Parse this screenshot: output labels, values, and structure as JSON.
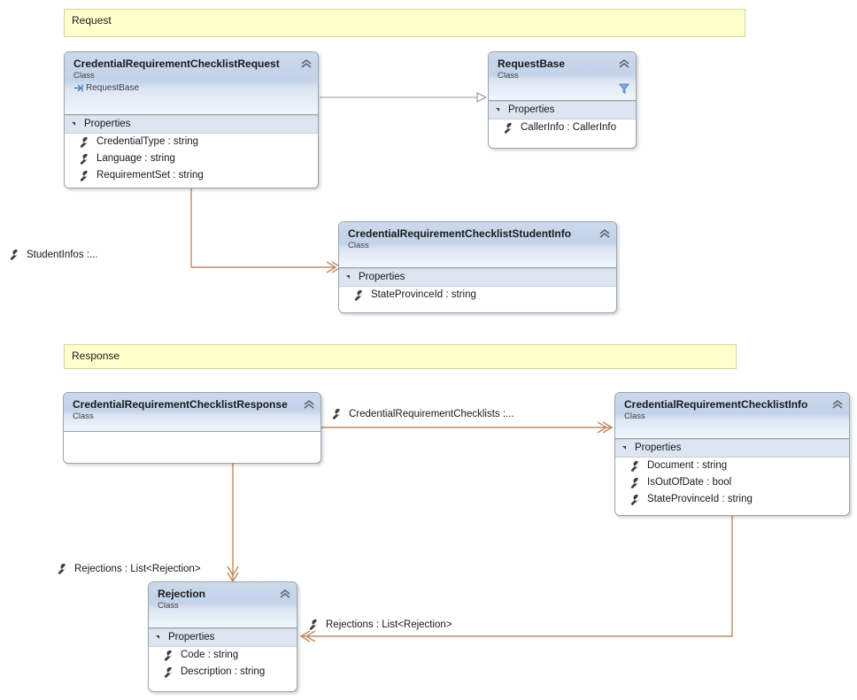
{
  "diagram": {
    "title": "Credential Requirement Checklist Class Diagram",
    "background": "#ffffff",
    "accent_line_color": "#c08a61",
    "inherit_line_color": "#9a9a9a",
    "banner_fill": "#ffffcc",
    "header_gradient_top": "#ccd9ec"
  },
  "banners": [
    {
      "label": "Request"
    },
    {
      "label": "Response"
    }
  ],
  "classes": [
    {
      "id": "credential-requirement-checklist-request",
      "name": "CredentialRequirementChecklistRequest",
      "stereotype": "Class",
      "base": "RequestBase",
      "collapse_icon": "chevron-up-icon",
      "groups": [
        {
          "label": "Properties",
          "members": [
            "CredentialType : string",
            "Language : string",
            "RequirementSet : string"
          ]
        }
      ]
    },
    {
      "id": "request-base",
      "name": "RequestBase",
      "stereotype": "Class",
      "base": "",
      "collapse_icon": "chevron-up-icon",
      "extra_icon": "filter-icon",
      "groups": [
        {
          "label": "Properties",
          "members": [
            "CallerInfo : CallerInfo"
          ]
        }
      ]
    },
    {
      "id": "credential-requirement-checklist-student-info",
      "name": "CredentialRequirementChecklistStudentInfo",
      "stereotype": "Class",
      "base": "",
      "collapse_icon": "chevron-up-icon",
      "groups": [
        {
          "label": "Properties",
          "members": [
            "StateProvinceId : string"
          ]
        }
      ]
    },
    {
      "id": "credential-requirement-checklist-response",
      "name": "CredentialRequirementChecklistResponse",
      "stereotype": "Class",
      "base": "",
      "collapse_icon": "chevron-up-icon",
      "groups": []
    },
    {
      "id": "credential-requirement-checklist-info",
      "name": "CredentialRequirementChecklistInfo",
      "stereotype": "Class",
      "base": "",
      "collapse_icon": "chevron-up-icon",
      "groups": [
        {
          "label": "Properties",
          "members": [
            "Document : string",
            "IsOutOfDate : bool",
            "StateProvinceId : string"
          ]
        }
      ]
    },
    {
      "id": "rejection",
      "name": "Rejection",
      "stereotype": "Class",
      "base": "",
      "collapse_icon": "chevron-up-icon",
      "groups": [
        {
          "label": "Properties",
          "members": [
            "Code : string",
            "Description : string"
          ]
        }
      ]
    }
  ],
  "associations": [
    {
      "id": "student-infos",
      "label": "StudentInfos :...",
      "icon": "wrench-icon"
    },
    {
      "id": "credential-requirement-checklists",
      "label": "CredentialRequirementChecklists  :...",
      "icon": "wrench-icon"
    },
    {
      "id": "rejections-from-response",
      "label": "Rejections : List<Rejection>",
      "icon": "wrench-icon"
    },
    {
      "id": "rejections-from-info",
      "label": "Rejections : List<Rejection>",
      "icon": "wrench-icon"
    }
  ]
}
